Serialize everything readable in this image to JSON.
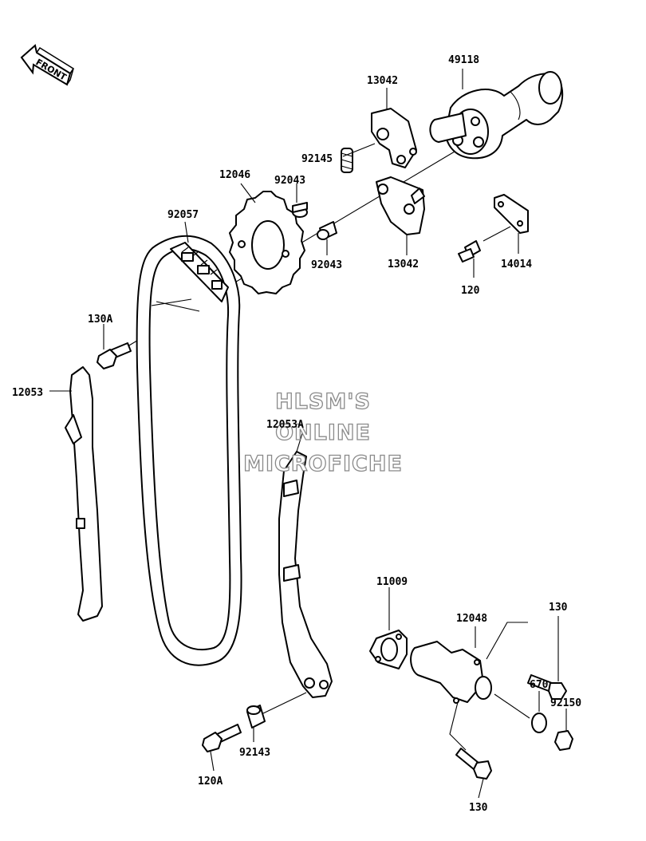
{
  "front_arrow": {
    "label": "FRONT"
  },
  "watermark": {
    "lines": [
      "HLSM'S",
      "ONLINE",
      "MICROFICHE"
    ]
  },
  "labels": {
    "p49118": "49118",
    "p13042_top": "13042",
    "p92145": "92145",
    "p12046": "12046",
    "p92043_top": "92043",
    "p92057": "92057",
    "p92043_bottom": "92043",
    "p13042_bottom": "13042",
    "p14014": "14014",
    "p120": "120",
    "p130A": "130A",
    "p12053": "12053",
    "p12053A": "12053A",
    "p11009": "11009",
    "p12048": "12048",
    "p130_top": "130",
    "p670": "670",
    "p92150": "92150",
    "p92143": "92143",
    "p120A": "120A",
    "p130_bottom": "130"
  }
}
